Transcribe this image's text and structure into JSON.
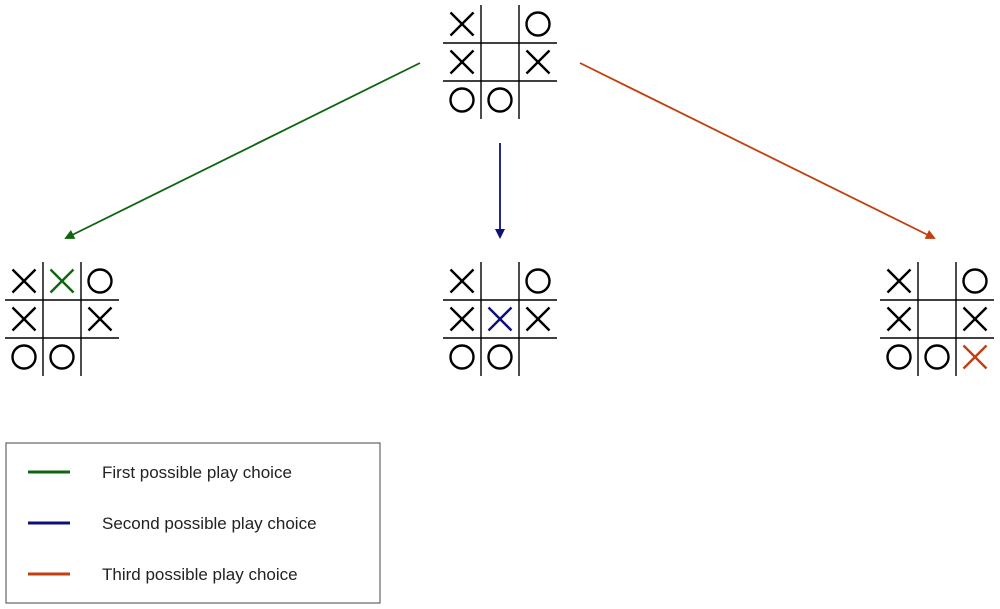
{
  "colors": {
    "grid": "#000000",
    "first": "#0f650f",
    "second": "#0f0f7a",
    "third": "#c0400f"
  },
  "boards": [
    {
      "id": "current",
      "cells": [
        "X",
        "",
        "O",
        "X",
        "",
        "X",
        "O",
        "O",
        ""
      ],
      "highlight_index": -1,
      "highlight_color": ""
    },
    {
      "id": "first-choice",
      "cells": [
        "X",
        "X",
        "O",
        "X",
        "",
        "X",
        "O",
        "O",
        ""
      ],
      "highlight_index": 1,
      "highlight_color": "first"
    },
    {
      "id": "second-choice",
      "cells": [
        "X",
        "",
        "O",
        "X",
        "X",
        "X",
        "O",
        "O",
        ""
      ],
      "highlight_index": 4,
      "highlight_color": "second"
    },
    {
      "id": "third-choice",
      "cells": [
        "X",
        "",
        "O",
        "X",
        "",
        "X",
        "O",
        "O",
        "X"
      ],
      "highlight_index": 8,
      "highlight_color": "third"
    }
  ],
  "arrows": [
    {
      "id": "first",
      "color": "first"
    },
    {
      "id": "second",
      "color": "second"
    },
    {
      "id": "third",
      "color": "third"
    }
  ],
  "legend": {
    "items": [
      {
        "label": "First possible play choice",
        "color": "first"
      },
      {
        "label": "Second possible play choice",
        "color": "second"
      },
      {
        "label": "Third possible play choice",
        "color": "third"
      }
    ]
  }
}
